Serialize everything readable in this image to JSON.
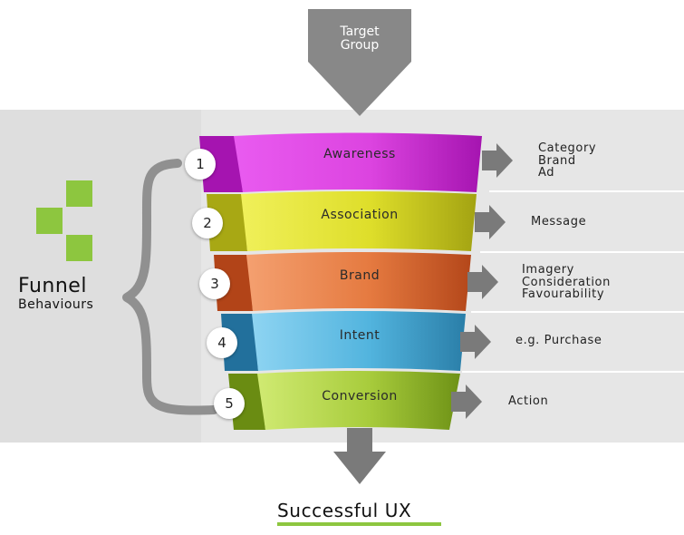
{
  "top_input": {
    "label_line1": "Target",
    "label_line2": "Group"
  },
  "side": {
    "title": "Funnel",
    "subtitle": "Behaviours"
  },
  "stages": [
    {
      "number": "1",
      "label": "Awareness",
      "color": "#d23bd8",
      "outputs": [
        "Category",
        "Brand",
        "Ad"
      ]
    },
    {
      "number": "2",
      "label": "Association",
      "color": "#d6d61c",
      "outputs": [
        "Message"
      ]
    },
    {
      "number": "3",
      "label": "Brand",
      "color": "#e07038",
      "outputs": [
        "Imagery",
        "Consideration",
        "Favourability"
      ]
    },
    {
      "number": "4",
      "label": "Intent",
      "color": "#3aa2cf",
      "outputs": [
        "e.g. Purchase"
      ]
    },
    {
      "number": "5",
      "label": "Conversion",
      "color": "#9cc22c",
      "outputs": [
        "Action"
      ]
    }
  ],
  "result": {
    "label": "Successful UX",
    "underline_color": "#8dc63f"
  },
  "colors": {
    "band": "#dedede",
    "arrow": "#7a7a7a",
    "logo": "#8dc63f"
  }
}
